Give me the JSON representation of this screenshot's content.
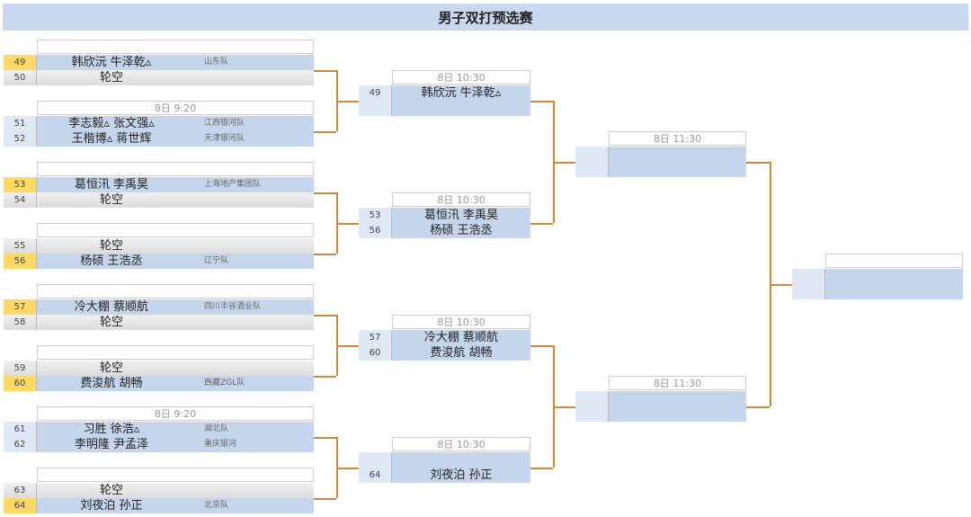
{
  "title": "男子双打预选赛",
  "colors": {
    "winner_seed": "#ffd966",
    "name_bg": "#c5d6ec",
    "connector": "#c98a3c"
  },
  "round1": [
    {
      "time": "",
      "rows": [
        {
          "seed": "49",
          "name": "韩欣沅 牛泽乾▵",
          "team": "山东队",
          "state": "win"
        },
        {
          "seed": "50",
          "name": "轮空",
          "team": "",
          "state": "bye"
        }
      ]
    },
    {
      "time": "8日 9:20",
      "rows": [
        {
          "seed": "51",
          "name": "李志毅▵ 张文强▵",
          "team": "江西银河队",
          "state": "norm"
        },
        {
          "seed": "52",
          "name": "王楷博▵ 蒋世辉",
          "team": "天津银河队",
          "state": "norm"
        }
      ]
    },
    {
      "time": "",
      "rows": [
        {
          "seed": "53",
          "name": "葛恒汛 李禹昊",
          "team": "上海地产集团队",
          "state": "win"
        },
        {
          "seed": "54",
          "name": "轮空",
          "team": "",
          "state": "bye"
        }
      ]
    },
    {
      "time": "",
      "rows": [
        {
          "seed": "55",
          "name": "轮空",
          "team": "",
          "state": "bye"
        },
        {
          "seed": "56",
          "name": "杨硕 王浩丞",
          "team": "辽宁队",
          "state": "win"
        }
      ]
    },
    {
      "time": "",
      "rows": [
        {
          "seed": "57",
          "name": "冷大棚 蔡顺航",
          "team": "四川丰谷酒业队",
          "state": "win"
        },
        {
          "seed": "58",
          "name": "轮空",
          "team": "",
          "state": "bye"
        }
      ]
    },
    {
      "time": "",
      "rows": [
        {
          "seed": "59",
          "name": "轮空",
          "team": "",
          "state": "bye"
        },
        {
          "seed": "60",
          "name": "费浚航 胡畅",
          "team": "西藏ZGL队",
          "state": "win"
        }
      ]
    },
    {
      "time": "8日 9:20",
      "rows": [
        {
          "seed": "61",
          "name": "习胜 徐浩▵",
          "team": "湖北队",
          "state": "norm"
        },
        {
          "seed": "62",
          "name": "李明隆 尹孟泽",
          "team": "重庆银河",
          "state": "norm"
        }
      ]
    },
    {
      "time": "",
      "rows": [
        {
          "seed": "63",
          "name": "轮空",
          "team": "",
          "state": "bye"
        },
        {
          "seed": "64",
          "name": "刘夜泊 孙正",
          "team": "北京队",
          "state": "win"
        }
      ]
    }
  ],
  "round2": [
    {
      "time": "8日 10:30",
      "rows": [
        {
          "seed": "49",
          "name": "韩欣沅 牛泽乾▵"
        },
        {
          "seed": "",
          "name": ""
        }
      ]
    },
    {
      "time": "8日 10:30",
      "rows": [
        {
          "seed": "53",
          "name": "葛恒汛 李禹昊"
        },
        {
          "seed": "56",
          "name": "杨硕 王浩丞"
        }
      ]
    },
    {
      "time": "8日 10:30",
      "rows": [
        {
          "seed": "57",
          "name": "冷大棚 蔡顺航"
        },
        {
          "seed": "60",
          "name": "费浚航 胡畅"
        }
      ]
    },
    {
      "time": "8日 10:30",
      "rows": [
        {
          "seed": "",
          "name": ""
        },
        {
          "seed": "64",
          "name": "刘夜泊 孙正"
        }
      ]
    }
  ],
  "round3": [
    {
      "time": "8日 11:30",
      "rows": [
        {
          "seed": "",
          "name": ""
        },
        {
          "seed": "",
          "name": ""
        }
      ]
    },
    {
      "time": "8日 11:30",
      "rows": [
        {
          "seed": "",
          "name": ""
        },
        {
          "seed": "",
          "name": ""
        }
      ]
    }
  ],
  "final": [
    {
      "time": "",
      "rows": [
        {
          "seed": "",
          "name": ""
        },
        {
          "seed": "",
          "name": ""
        }
      ]
    }
  ]
}
